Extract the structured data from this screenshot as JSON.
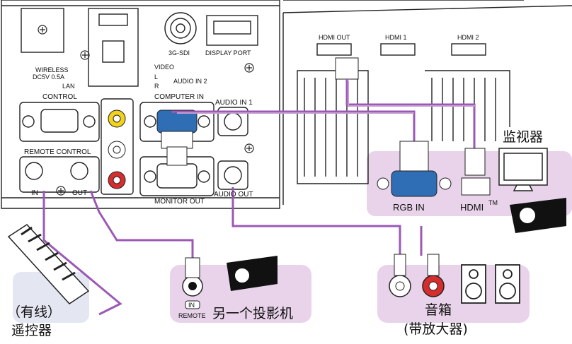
{
  "panel_labels": {
    "wireless": "WIRELESS",
    "dc": "DC5V  0.5A",
    "lan": "LAN",
    "control": "CONTROL",
    "video": "VIDEO",
    "l": "L",
    "r": "R",
    "audio_in_2": "AUDIO IN 2",
    "three_g_sdi": "3G-SDI",
    "display_port": "DISPLAY PORT",
    "computer_in": "COMPUTER IN",
    "audio_in_1": "AUDIO IN 1",
    "remote_control": "REMOTE CONTROL",
    "in": "IN",
    "out": "OUT",
    "monitor_out": "MONITOR OUT",
    "audio_out": "AUDIO OUT"
  },
  "right_panel_labels": {
    "hdmi_out": "HDMI OUT",
    "hdmi_1": "HDMI 1",
    "hdmi_2": "HDMI 2"
  },
  "monitor_box": {
    "title": "监视器",
    "rgb_in": "RGB IN",
    "hdmi": "HDMI",
    "tm": "TM"
  },
  "remote": {
    "label_line1": "（有线）",
    "label_line2": "遥控器"
  },
  "other_projector": {
    "label": "另一个投影机",
    "in": "IN",
    "remote": "REMOTE"
  },
  "speaker": {
    "label_line1": "音箱",
    "label_line2": "(带放大器)"
  },
  "colors": {
    "cable": "#9b59b6",
    "cable_light": "#c79bd2",
    "box_fill": "#e8d3ea",
    "remote_box_fill": "#e4e6f2",
    "panel_stroke": "#222222",
    "connector_red": "#d62d2d",
    "connector_yellow": "#f2d21b",
    "connector_blue": "#2f6db5"
  }
}
